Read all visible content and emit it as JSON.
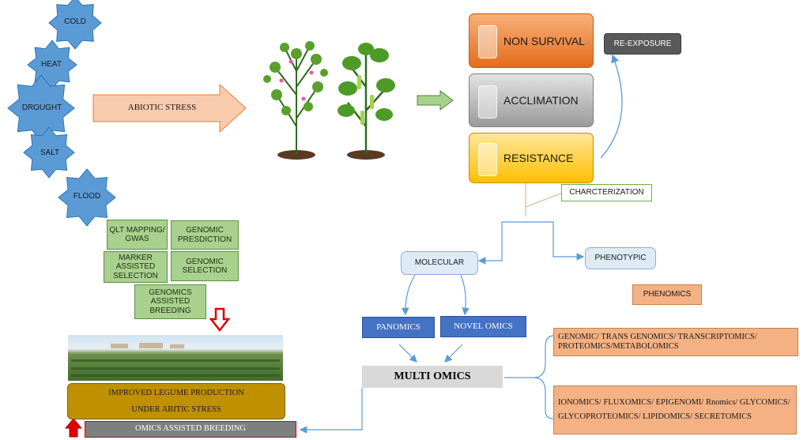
{
  "stresses": [
    "COLD",
    "HEAT",
    "DROUGHT",
    "SALT",
    "FLOOD"
  ],
  "abiotic_stress": "ABIOTIC  STRESS",
  "outcomes": {
    "non_survival": "NON SURVIVAL",
    "acclimation": "ACCLIMATION",
    "resistance": "RESISTANCE"
  },
  "re_exposure": "RE-EXPOSURE",
  "characterization": "CHARCTERIZATION",
  "molecular": "MOLECULAR",
  "phenotypic": "PHENOTYPIC",
  "phenomics": "PHENOMICS",
  "panomics": "PANOMICS",
  "novel_omics": "NOVEL OMICS",
  "multi_omics": "MULTI    OMICS",
  "omics_list_1": "GENOMIC/ TRANS GENOMICS/ TRANSCRIPTOMICS/ PROTEOMICS/METABOLOMICS",
  "omics_list_2": "IONOMICS/ FLUXOMICS/ EPIGENOMI/ Rnomics/ GLYCOMICS/ GLYCOPROTEOMICS/ LIPIDOMICS/ SECRETOMICS",
  "genomic_tools": {
    "qlt": "QLT MAPPING/ GWAS",
    "genomic_prediction": "GENOMIC PRESDICTION",
    "mas": "MARKER ASSISTED SELECTION",
    "genomic_selection": "GENOMIC SELECTION",
    "gab": "GENOMICS ASSISTED BREEDING"
  },
  "improved_production": "IMPROVED LEGUME PRODUCTION\nUNDER ABITIC STRESS",
  "omics_breeding": "OMICS ASSISTED BREEDING",
  "colors": {
    "star": "#5b9bd5",
    "non_survival": "#ed7d31",
    "acclimation": "#a6a6a6",
    "resistance": "#ffc000",
    "green": "#a9d18e",
    "navy": "#4472c4",
    "peach": "#f4b183",
    "gold": "#bf9000",
    "red_arrow": "#e00000"
  }
}
